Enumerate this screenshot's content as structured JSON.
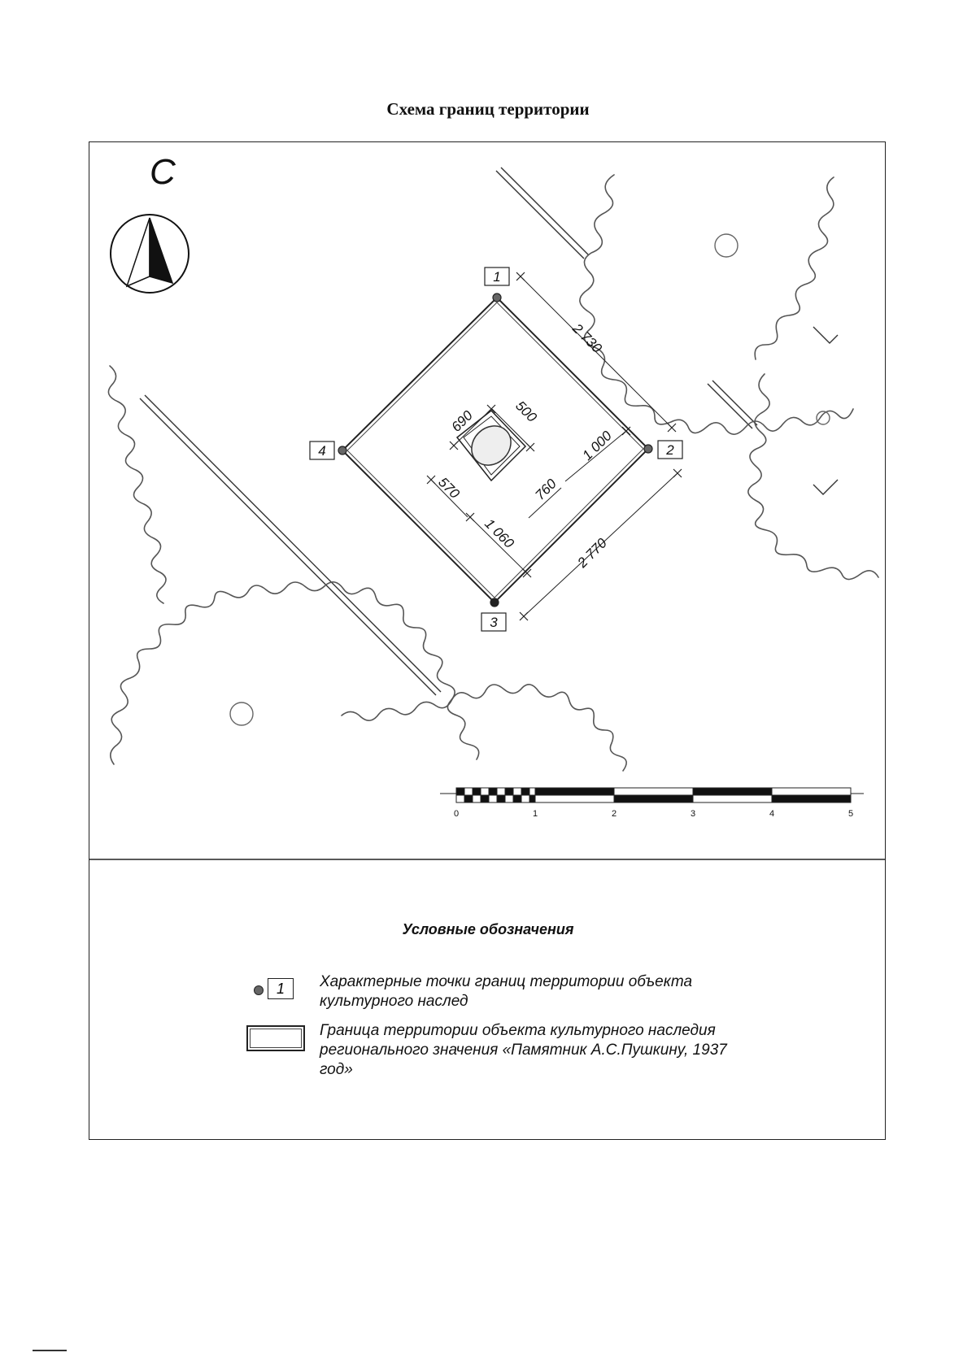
{
  "title": "Схема границ территории",
  "north_label": "С",
  "points": [
    {
      "number": "1"
    },
    {
      "number": "2"
    },
    {
      "number": "3"
    },
    {
      "number": "4"
    }
  ],
  "dimensions": {
    "side_1_2": "2 730",
    "side_2_3": "2 770",
    "inner_top_left": "690",
    "inner_top_right": "500",
    "inner_right": "1 000",
    "inner_bottom_right": "760",
    "inner_bottom_left": "570",
    "inner_bottom": "1 060"
  },
  "scale_bar": {
    "labels": [
      "0",
      "1",
      "2",
      "3",
      "4",
      "5"
    ]
  },
  "legend": {
    "title": "Условные обозначения",
    "point_sample": "1",
    "point_description": "Характерные точки границ территории объекта культурного наслед",
    "boundary_description": "Граница территории объекта культурного наследия регионального значения «Памятник А.С.Пушкину, 1937 год»"
  }
}
